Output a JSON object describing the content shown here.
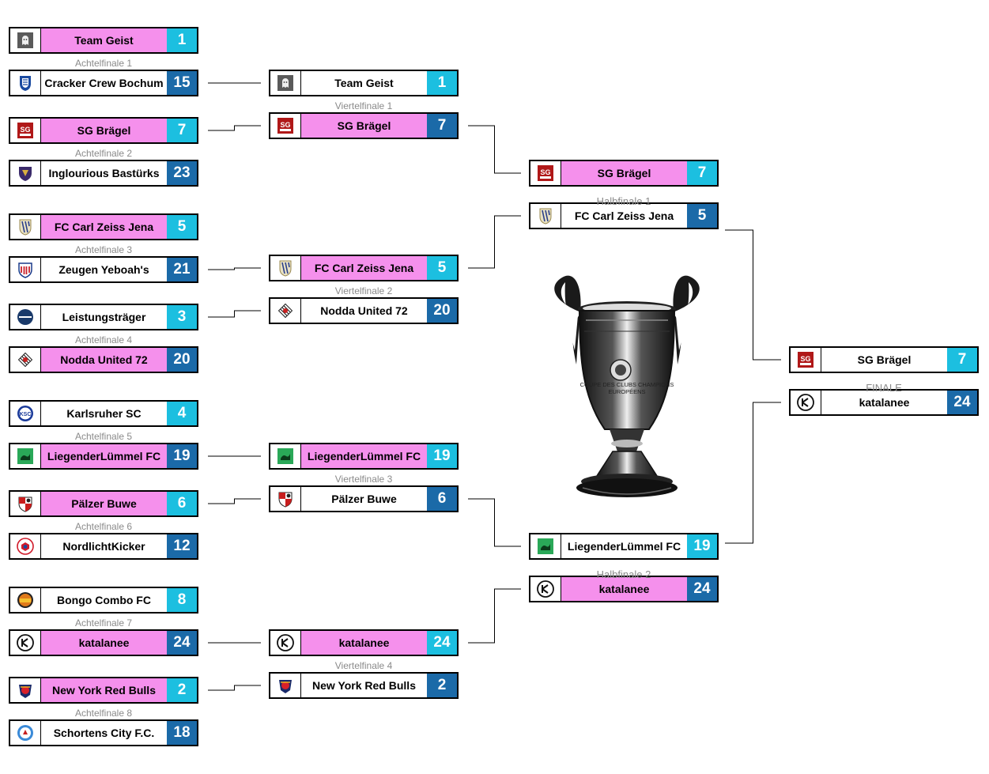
{
  "rounds": {
    "r16": [
      {
        "label": "Achtelfinale 1",
        "top": {
          "name": "Team Geist",
          "score": "1",
          "logo": "ghost-logo",
          "winner": true
        },
        "bottom": {
          "name": "Cracker Crew Bochum",
          "score": "15",
          "logo": "bochum-logo",
          "winner": false
        }
      },
      {
        "label": "Achtelfinale 2",
        "top": {
          "name": "SG Brägel",
          "score": "7",
          "logo": "sg-bragel-logo",
          "winner": true
        },
        "bottom": {
          "name": "Inglourious Bastürks",
          "score": "23",
          "logo": "bastuerks-logo",
          "winner": false
        }
      },
      {
        "label": "Achtelfinale 3",
        "top": {
          "name": "FC Carl Zeiss Jena",
          "score": "5",
          "logo": "jena-logo",
          "winner": true
        },
        "bottom": {
          "name": "Zeugen Yeboah's",
          "score": "21",
          "logo": "yeboah-logo",
          "winner": false
        }
      },
      {
        "label": "Achtelfinale 4",
        "top": {
          "name": "Leistungsträger",
          "score": "3",
          "logo": "leistung-logo",
          "winner": false
        },
        "bottom": {
          "name": "Nodda United 72",
          "score": "20",
          "logo": "nodda-logo",
          "winner": true
        }
      },
      {
        "label": "Achtelfinale 5",
        "top": {
          "name": "Karlsruher SC",
          "score": "4",
          "logo": "ksc-logo",
          "winner": false
        },
        "bottom": {
          "name": "LiegenderLümmel FC",
          "score": "19",
          "logo": "luemmel-logo",
          "winner": true
        }
      },
      {
        "label": "Achtelfinale 6",
        "top": {
          "name": "Pälzer Buwe",
          "score": "6",
          "logo": "paelzer-logo",
          "winner": true
        },
        "bottom": {
          "name": "NordlichtKicker",
          "score": "12",
          "logo": "nordlicht-logo",
          "winner": false
        }
      },
      {
        "label": "Achtelfinale 7",
        "top": {
          "name": "Bongo Combo FC",
          "score": "8",
          "logo": "bongo-logo",
          "winner": false
        },
        "bottom": {
          "name": "katalanee",
          "score": "24",
          "logo": "katalanee-logo",
          "winner": true
        }
      },
      {
        "label": "Achtelfinale 8",
        "top": {
          "name": "New York Red Bulls",
          "score": "2",
          "logo": "redbulls-logo",
          "winner": true
        },
        "bottom": {
          "name": "Schortens City F.C.",
          "score": "18",
          "logo": "schortens-logo",
          "winner": false
        }
      }
    ],
    "qf": [
      {
        "label": "Viertelfinale 1",
        "top": {
          "name": "Team Geist",
          "score": "1",
          "logo": "ghost-logo",
          "winner": false
        },
        "bottom": {
          "name": "SG Brägel",
          "score": "7",
          "logo": "sg-bragel-logo",
          "winner": true
        }
      },
      {
        "label": "Viertelfinale 2",
        "top": {
          "name": "FC Carl Zeiss Jena",
          "score": "5",
          "logo": "jena-logo",
          "winner": true
        },
        "bottom": {
          "name": "Nodda United 72",
          "score": "20",
          "logo": "nodda-logo",
          "winner": false
        }
      },
      {
        "label": "Viertelfinale 3",
        "top": {
          "name": "LiegenderLümmel FC",
          "score": "19",
          "logo": "luemmel-logo",
          "winner": true
        },
        "bottom": {
          "name": "Pälzer Buwe",
          "score": "6",
          "logo": "paelzer-logo",
          "winner": false
        }
      },
      {
        "label": "Viertelfinale 4",
        "top": {
          "name": "katalanee",
          "score": "24",
          "logo": "katalanee-logo",
          "winner": true
        },
        "bottom": {
          "name": "New York Red Bulls",
          "score": "2",
          "logo": "redbulls-logo",
          "winner": false
        }
      }
    ],
    "sf": [
      {
        "label": "Halbfinale 1",
        "top": {
          "name": "SG Brägel",
          "score": "7",
          "logo": "sg-bragel-logo",
          "winner": true
        },
        "bottom": {
          "name": "FC Carl Zeiss Jena",
          "score": "5",
          "logo": "jena-logo",
          "winner": false
        }
      },
      {
        "label": "Halbfinale 2",
        "top": {
          "name": "LiegenderLümmel FC",
          "score": "19",
          "logo": "luemmel-logo",
          "winner": false
        },
        "bottom": {
          "name": "katalanee",
          "score": "24",
          "logo": "katalanee-logo",
          "winner": true
        }
      }
    ],
    "final": [
      {
        "label": "FINALE",
        "top": {
          "name": "SG Brägel",
          "score": "7",
          "logo": "sg-bragel-logo",
          "winner": false
        },
        "bottom": {
          "name": "katalanee",
          "score": "24",
          "logo": "katalanee-logo",
          "winner": false
        }
      }
    ]
  },
  "trophy": {
    "icon": "champions-trophy-icon",
    "inscription": "COUPE DES CLUBS CHAMPIONS EUROPÉENS"
  },
  "colors": {
    "winner_bg": "#f590ec",
    "score_light": "#1cbfe0",
    "score_dark": "#1b6aa8",
    "connector": "#000000",
    "label": "#8a8a8a"
  }
}
